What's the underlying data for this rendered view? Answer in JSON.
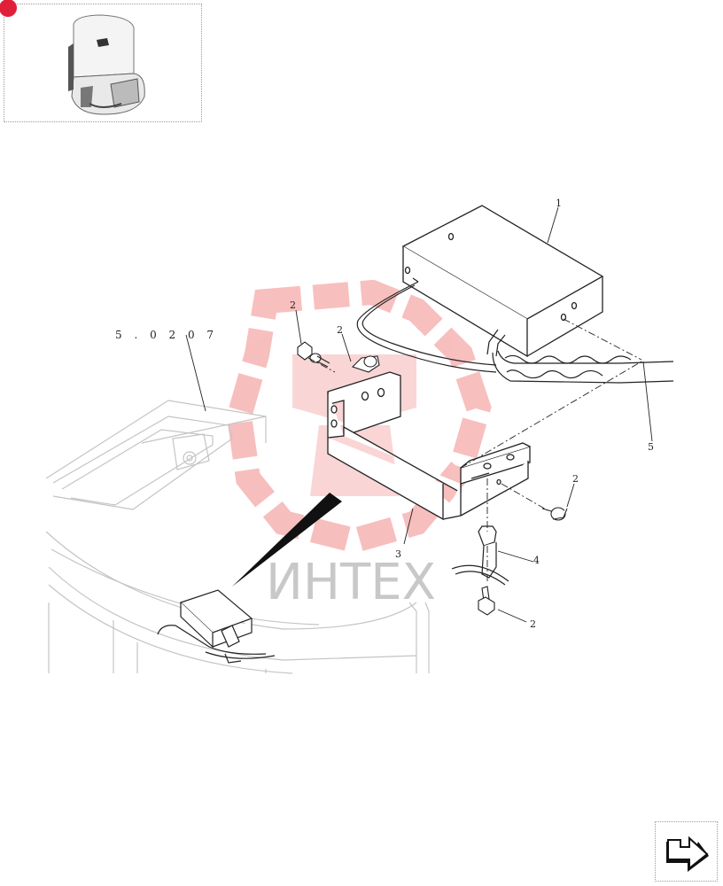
{
  "diagram": {
    "callouts": {
      "c1": "1",
      "c2a": "2",
      "c2b": "2",
      "c2c": "2",
      "c2d": "2",
      "c3": "3",
      "c4": "4",
      "c5": "5"
    },
    "reference": "5 . 0 2 0 7",
    "watermark": "ИНТЕХ"
  },
  "colors": {
    "line": "#222222",
    "ghost": "#c4c4c4",
    "watermark": "#f28a8a",
    "badge": "#e0203a"
  },
  "icons": {
    "thumbnail": "machine-thumbnail-icon",
    "next": "next-page-arrow-icon"
  }
}
